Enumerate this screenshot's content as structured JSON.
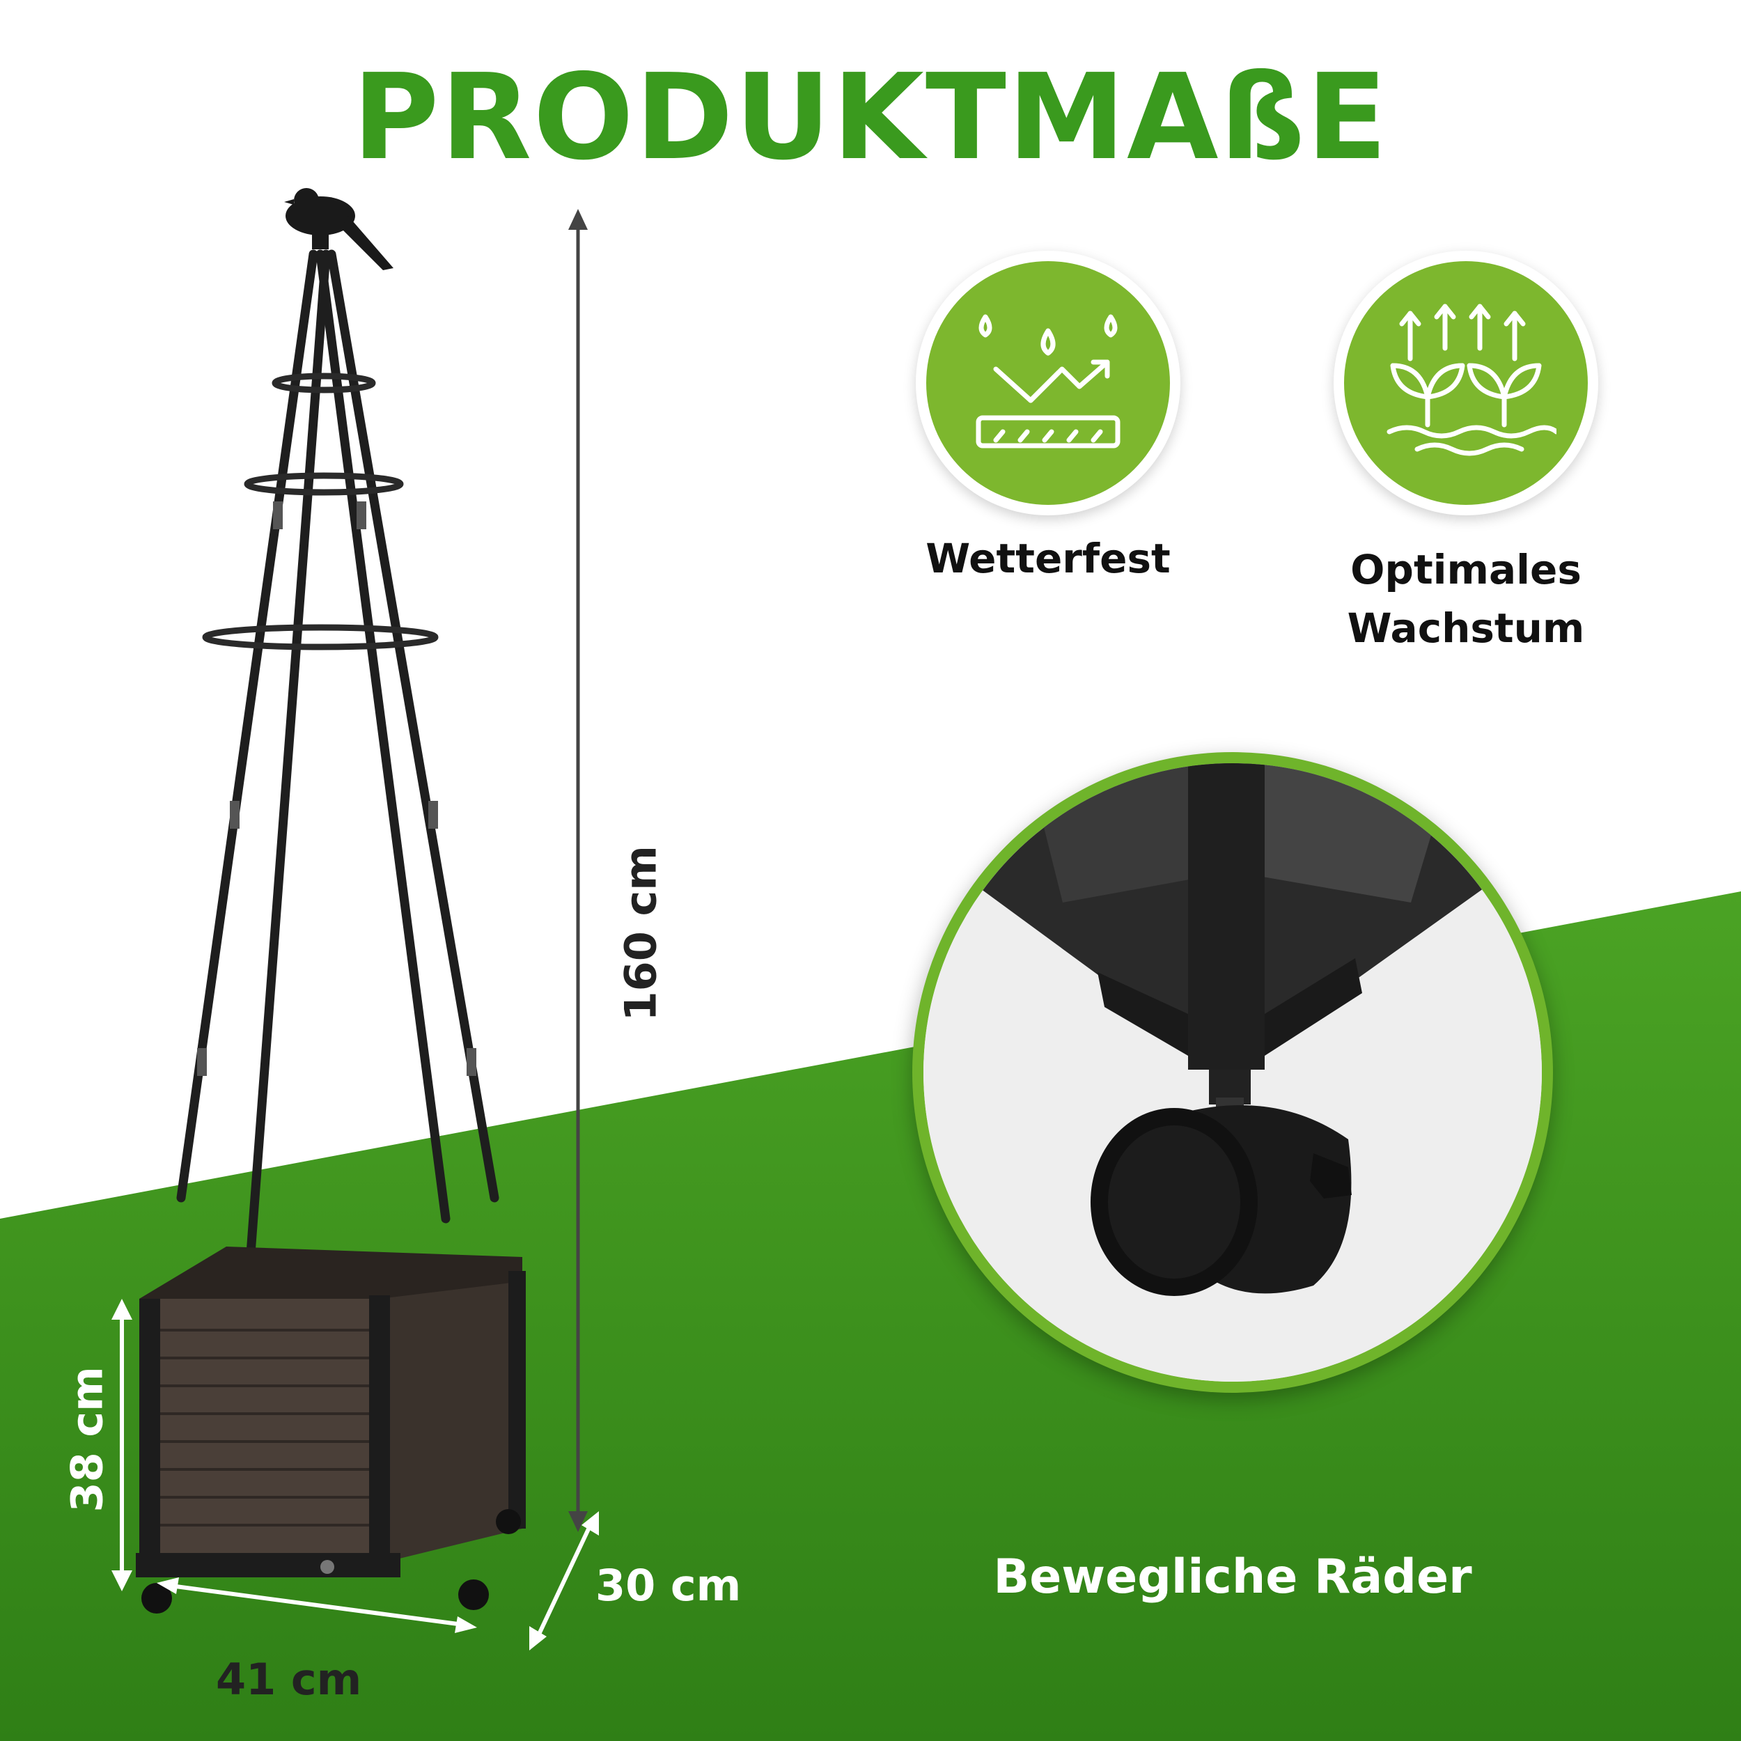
{
  "title": "PRODUKTMAßE",
  "colors": {
    "brand_green": "#3a9a1e",
    "icon_green": "#7db72e",
    "ground_green": "#3f931f"
  },
  "features": [
    {
      "label": "Wetterfest",
      "icon": "weatherproof-icon"
    },
    {
      "label_line1": "Optimales",
      "label_line2": "Wachstum",
      "icon": "growth-icon"
    }
  ],
  "dimensions": {
    "height_total": "160 cm",
    "height_box": "38 cm",
    "depth": "30 cm",
    "width": "41 cm"
  },
  "zoom_caption": "Bewegliche Räder"
}
